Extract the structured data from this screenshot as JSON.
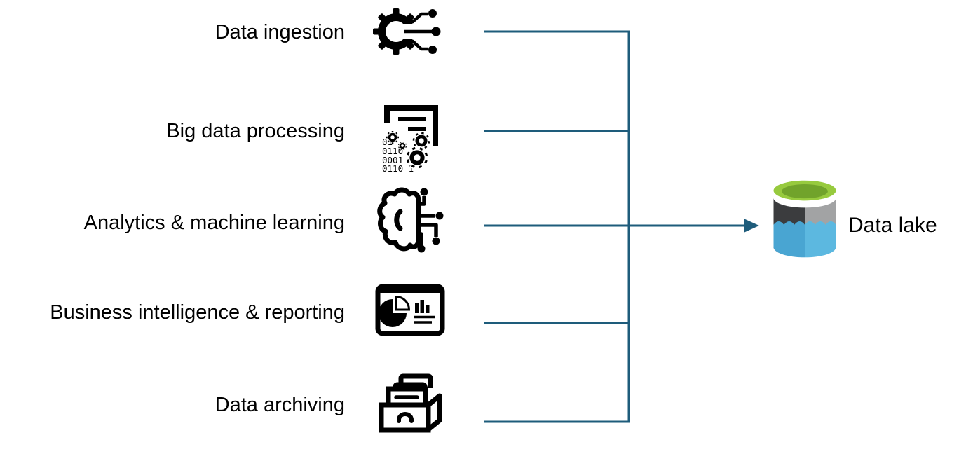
{
  "diagram": {
    "connector_color": "#1E5C7B",
    "text_color": "#000000",
    "icon_color": "#000000",
    "sources": [
      {
        "label": "Data ingestion",
        "icon": "gear-circuit-icon"
      },
      {
        "label": "Big data processing",
        "icon": "document-gears-binary-icon",
        "binary_lines": [
          "01",
          "0110",
          "0001",
          "0110 1"
        ]
      },
      {
        "label": "Analytics & machine learning",
        "icon": "brain-circuit-icon"
      },
      {
        "label": "Business intelligence & reporting",
        "icon": "dashboard-charts-icon"
      },
      {
        "label": "Data archiving",
        "icon": "archive-box-icon"
      }
    ],
    "target": {
      "label": "Data lake",
      "icon": "data-lake-cylinder-icon",
      "colors": {
        "top_ring_green": "#97CA3E",
        "top_inner_green": "#71A32B",
        "body_left_gray": "#3B3C3E",
        "body_right_gray": "#A2A3A4",
        "water_left_blue": "#49A5D2",
        "water_right_blue": "#5CB8E0"
      }
    }
  }
}
